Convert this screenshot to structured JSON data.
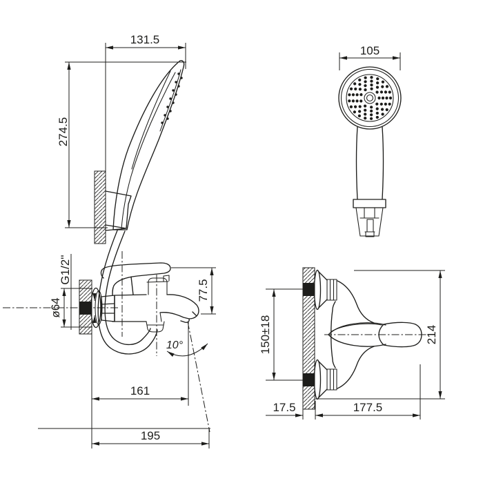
{
  "drawing": {
    "background": "#ffffff",
    "line_color": "#1d1d1b",
    "views": {
      "shower_side": {
        "width": "131.5",
        "height": "274.5"
      },
      "shower_front": {
        "head_diameter": "105"
      },
      "mixer_side": {
        "thread_size": "G1/2''",
        "escutcheon_diameter": "ø64",
        "spout_height": "77.5",
        "spout_angle": "10°",
        "spout_projection": "161",
        "overall_projection": "195"
      },
      "mixer_front": {
        "inlet_centers": "150±18",
        "wall_offset": "17.5",
        "body_width": "177.5",
        "overall_height": "214"
      }
    }
  }
}
